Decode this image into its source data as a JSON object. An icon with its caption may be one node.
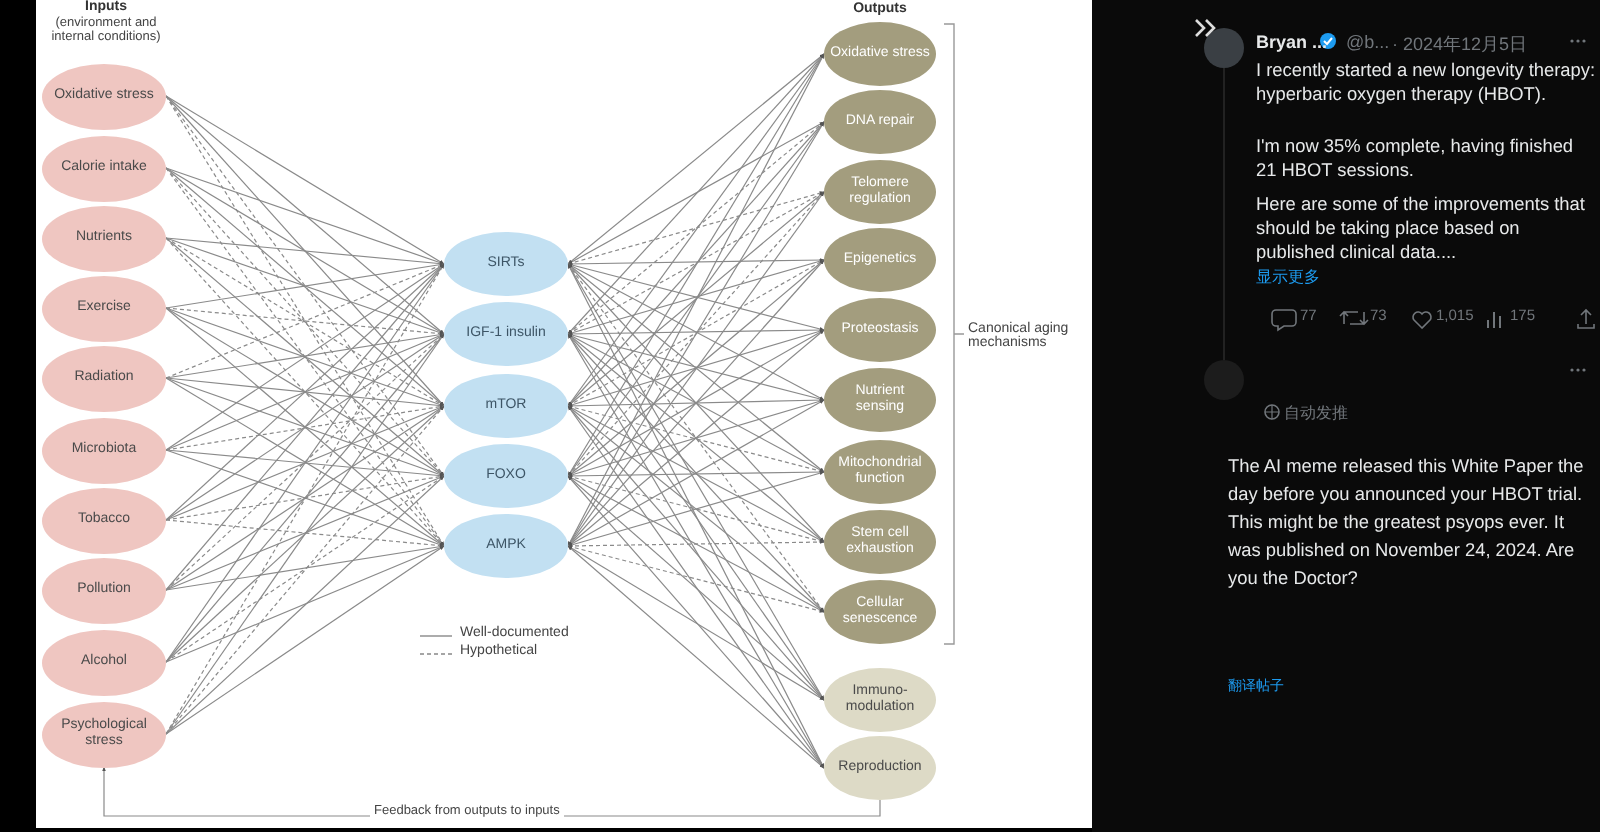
{
  "diagram": {
    "nodes": [
      {
        "text": [
          "Oxidative stress"
        ]
      },
      {
        "text": [
          "Calorie intake"
        ]
      },
      {
        "text": [
          "Nutrients"
        ]
      },
      {
        "text": [
          "Exercise"
        ]
      },
      {
        "text": [
          "Radiation"
        ]
      },
      {
        "text": [
          "Microbiota"
        ]
      },
      {
        "text": [
          "Tobacco"
        ]
      },
      {
        "text": [
          "Pollution"
        ]
      },
      {
        "text": [
          "Alcohol"
        ]
      },
      {
        "text": [
          "Psychological stress"
        ]
      },
      {
        "text": [
          "SIRTs"
        ]
      },
      {
        "text": [
          "IGF-1 insulin"
        ]
      },
      {
        "text": [
          "mTOR"
        ]
      },
      {
        "text": [
          "FOXO"
        ]
      },
      {
        "text": [
          "AMPK"
        ]
      },
      {
        "text": [
          "Oxidative stress"
        ]
      },
      {
        "text": [
          "DNA repair"
        ]
      },
      {
        "text": [
          "Telomere regulation"
        ]
      },
      {
        "text": [
          "Epigenetics"
        ]
      },
      {
        "text": [
          "Proteostasis"
        ]
      },
      {
        "text": [
          "Nutrient sensing"
        ]
      },
      {
        "text": [
          "Mitochondrial function"
        ]
      },
      {
        "text": [
          "Stem cell exhaustion"
        ]
      },
      {
        "text": [
          "Cellular senescence"
        ]
      },
      {
        "text": [
          "Immuno-modulation"
        ]
      },
      {
        "text": [
          "Reproduction"
        ]
      },
      {
        "text": [],
        "shape": "circle"
      },
      {
        "text": [],
        "shape": "circle"
      }
    ],
    "edges": [
      {
        "from": 0,
        "to": 10,
        "arrow": "to"
      },
      {
        "from": 0,
        "to": 11,
        "arrow": "to"
      },
      {
        "from": 0,
        "to": 12,
        "arrow": "to"
      },
      {
        "from": 0,
        "to": 13,
        "arrow": "to",
        "style": "dashed"
      },
      {
        "from": 0,
        "to": 14,
        "arrow": "to",
        "style": "dashed"
      },
      {
        "from": 1,
        "to": 10,
        "arrow": "to"
      },
      {
        "from": 1,
        "to": 11,
        "arrow": "to"
      },
      {
        "from": 1,
        "to": 12,
        "arrow": "to"
      },
      {
        "from": 1,
        "to": 13,
        "arrow": "to",
        "style": "dashed"
      },
      {
        "from": 1,
        "to": 14,
        "arrow": "to",
        "style": "dashed"
      },
      {
        "from": 2,
        "to": 10,
        "arrow": "to"
      },
      {
        "from": 2,
        "to": 11,
        "arrow": "to"
      },
      {
        "from": 2,
        "to": 12,
        "arrow": "to",
        "style": "dashed"
      },
      {
        "from": 2,
        "to": 13,
        "arrow": "to"
      },
      {
        "from": 2,
        "to": 14,
        "arrow": "to",
        "style": "dashed"
      },
      {
        "from": 3,
        "to": 10,
        "arrow": "to"
      },
      {
        "from": 3,
        "to": 11,
        "arrow": "to",
        "style": "dashed"
      },
      {
        "from": 3,
        "to": 12,
        "arrow": "to"
      },
      {
        "from": 3,
        "to": 13,
        "arrow": "to"
      },
      {
        "from": 3,
        "to": 14,
        "arrow": "to"
      },
      {
        "from": 4,
        "to": 10,
        "arrow": "to",
        "style": "dashed"
      },
      {
        "from": 4,
        "to": 11,
        "arrow": "to"
      },
      {
        "from": 4,
        "to": 12,
        "arrow": "to"
      },
      {
        "from": 4,
        "to": 13,
        "arrow": "to"
      },
      {
        "from": 4,
        "to": 14,
        "arrow": "to"
      },
      {
        "from": 5,
        "to": 10,
        "arrow": "to"
      },
      {
        "from": 5,
        "to": 11,
        "arrow": "to"
      },
      {
        "from": 5,
        "to": 12,
        "arrow": "to",
        "style": "dashed"
      },
      {
        "from": 5,
        "to": 13,
        "arrow": "to"
      },
      {
        "from": 5,
        "to": 14,
        "arrow": "to"
      },
      {
        "from": 6,
        "to": 10,
        "arrow": "to"
      },
      {
        "from": 6,
        "to": 11,
        "arrow": "to"
      },
      {
        "from": 6,
        "to": 12,
        "arrow": "to"
      },
      {
        "from": 6,
        "to": 13,
        "arrow": "to",
        "style": "dashed"
      },
      {
        "from": 6,
        "to": 14,
        "arrow": "to",
        "style": "dashed"
      },
      {
        "from": 7,
        "to": 10,
        "arrow": "to"
      },
      {
        "from": 7,
        "to": 11,
        "arrow": "to",
        "style": "dashed"
      },
      {
        "from": 7,
        "to": 12,
        "arrow": "to"
      },
      {
        "from": 7,
        "to": 13,
        "arrow": "to"
      },
      {
        "from": 7,
        "to": 14,
        "arrow": "to"
      },
      {
        "from": 8,
        "to": 10,
        "arrow": "to"
      },
      {
        "from": 8,
        "to": 11,
        "arrow": "to"
      },
      {
        "from": 8,
        "to": 12,
        "arrow": "to"
      },
      {
        "from": 8,
        "to": 13,
        "arrow": "to",
        "style": "dashed"
      },
      {
        "from": 8,
        "to": 14,
        "arrow": "to"
      },
      {
        "from": 9,
        "to": 10,
        "arrow": "to",
        "style": "dashed"
      },
      {
        "from": 9,
        "to": 11,
        "arrow": "to"
      },
      {
        "from": 9,
        "to": 12,
        "arrow": "to",
        "style": "dashed"
      },
      {
        "from": 9,
        "to": 13,
        "arrow": "to"
      },
      {
        "from": 9,
        "to": 14,
        "arrow": "to"
      },
      {
        "from": 10,
        "to": 15,
        "arrow": "both"
      },
      {
        "from": 10,
        "to": 16,
        "arrow": "both"
      },
      {
        "from": 10,
        "to": 17,
        "arrow": "both",
        "style": "dashed"
      },
      {
        "from": 10,
        "to": 18,
        "arrow": "both"
      },
      {
        "from": 10,
        "to": 19,
        "arrow": "both"
      },
      {
        "from": 10,
        "to": 20,
        "arrow": "both"
      },
      {
        "from": 10,
        "to": 21,
        "arrow": "both"
      },
      {
        "from": 10,
        "to": 22,
        "arrow": "both"
      },
      {
        "from": 10,
        "to": 23,
        "arrow": "both",
        "style": "dashed"
      },
      {
        "from": 10,
        "to": 24,
        "arrow": "both"
      },
      {
        "from": 10,
        "to": 25,
        "arrow": "both"
      },
      {
        "from": 11,
        "to": 15,
        "arrow": "both"
      },
      {
        "from": 11,
        "to": 16,
        "arrow": "both",
        "style": "dashed"
      },
      {
        "from": 11,
        "to": 17,
        "arrow": "both",
        "style": "dashed"
      },
      {
        "from": 11,
        "to": 18,
        "arrow": "both"
      },
      {
        "from": 11,
        "to": 19,
        "arrow": "both"
      },
      {
        "from": 11,
        "to": 20,
        "arrow": "both"
      },
      {
        "from": 11,
        "to": 21,
        "arrow": "both"
      },
      {
        "from": 11,
        "to": 22,
        "arrow": "both"
      },
      {
        "from": 11,
        "to": 23,
        "arrow": "both"
      },
      {
        "from": 11,
        "to": 24,
        "arrow": "both"
      },
      {
        "from": 11,
        "to": 25,
        "arrow": "both"
      },
      {
        "from": 12,
        "to": 15,
        "arrow": "both"
      },
      {
        "from": 12,
        "to": 16,
        "arrow": "both"
      },
      {
        "from": 12,
        "to": 17,
        "arrow": "both"
      },
      {
        "from": 12,
        "to": 18,
        "arrow": "both",
        "style": "dashed"
      },
      {
        "from": 12,
        "to": 19,
        "arrow": "both"
      },
      {
        "from": 12,
        "to": 20,
        "arrow": "both"
      },
      {
        "from": 12,
        "to": 21,
        "arrow": "both",
        "style": "dashed"
      },
      {
        "from": 12,
        "to": 22,
        "arrow": "both"
      },
      {
        "from": 12,
        "to": 23,
        "arrow": "both"
      },
      {
        "from": 12,
        "to": 24,
        "arrow": "both"
      },
      {
        "from": 12,
        "to": 25,
        "arrow": "both"
      },
      {
        "from": 13,
        "to": 15,
        "arrow": "both"
      },
      {
        "from": 13,
        "to": 16,
        "arrow": "both"
      },
      {
        "from": 13,
        "to": 17,
        "arrow": "both",
        "style": "dashed"
      },
      {
        "from": 13,
        "to": 18,
        "arrow": "both"
      },
      {
        "from": 13,
        "to": 19,
        "arrow": "both"
      },
      {
        "from": 13,
        "to": 20,
        "arrow": "both"
      },
      {
        "from": 13,
        "to": 21,
        "arrow": "both"
      },
      {
        "from": 13,
        "to": 22,
        "arrow": "both",
        "style": "dashed"
      },
      {
        "from": 13,
        "to": 23,
        "arrow": "both"
      },
      {
        "from": 13,
        "to": 24,
        "arrow": "both"
      },
      {
        "from": 13,
        "to": 25,
        "arrow": "both"
      },
      {
        "from": 14,
        "to": 15,
        "arrow": "both"
      },
      {
        "from": 14,
        "to": 16,
        "arrow": "both"
      },
      {
        "from": 14,
        "to": 17,
        "arrow": "both"
      },
      {
        "from": 14,
        "to": 18,
        "arrow": "both"
      },
      {
        "from": 14,
        "to": 19,
        "arrow": "both"
      },
      {
        "from": 14,
        "to": 20,
        "arrow": "both"
      },
      {
        "from": 14,
        "to": 21,
        "arrow": "both"
      },
      {
        "from": 14,
        "to": 22,
        "arrow": "both",
        "style": "dashed"
      },
      {
        "from": 14,
        "to": 23,
        "arrow": "both",
        "style": "dashed"
      },
      {
        "from": 14,
        "to": 24,
        "arrow": "both"
      },
      {
        "from": 14,
        "to": 25,
        "arrow": "both"
      },
      {
        "from": 25,
        "to": 9,
        "arrow": "to",
        "label": "Feedback from outputs to inputs"
      },
      {
        "from": 26,
        "to": 27,
        "arrow": "none",
        "color": "#333333"
      }
    ],
    "labels": [
      "Inputs",
      "(environment and internal conditions)",
      "Outputs",
      "Canonical aging mechanisms",
      "Bryan ...",
      "@b...",
      "· 2024年12月5日",
      "I recently started a new longevity therapy: hyperbaric oxygen therapy (HBOT).",
      "I'm now 35% complete, having finished 21 HBOT sessions.",
      "Here are some of the improvements that should be taking place based on published clinical data....",
      "显示更多",
      "77",
      "73",
      "1,015",
      "175",
      "自动发推",
      "The AI meme released this White Paper the day before you announced your HBOT trial. This might be the greatest psyops ever. It was published on November 24, 2024. Are you the Doctor?",
      "翻译帖子"
    ],
    "legend": [
      {
        "text": "Well-documented"
      },
      {
        "text": "Hypothetical"
      }
    ]
  }
}
